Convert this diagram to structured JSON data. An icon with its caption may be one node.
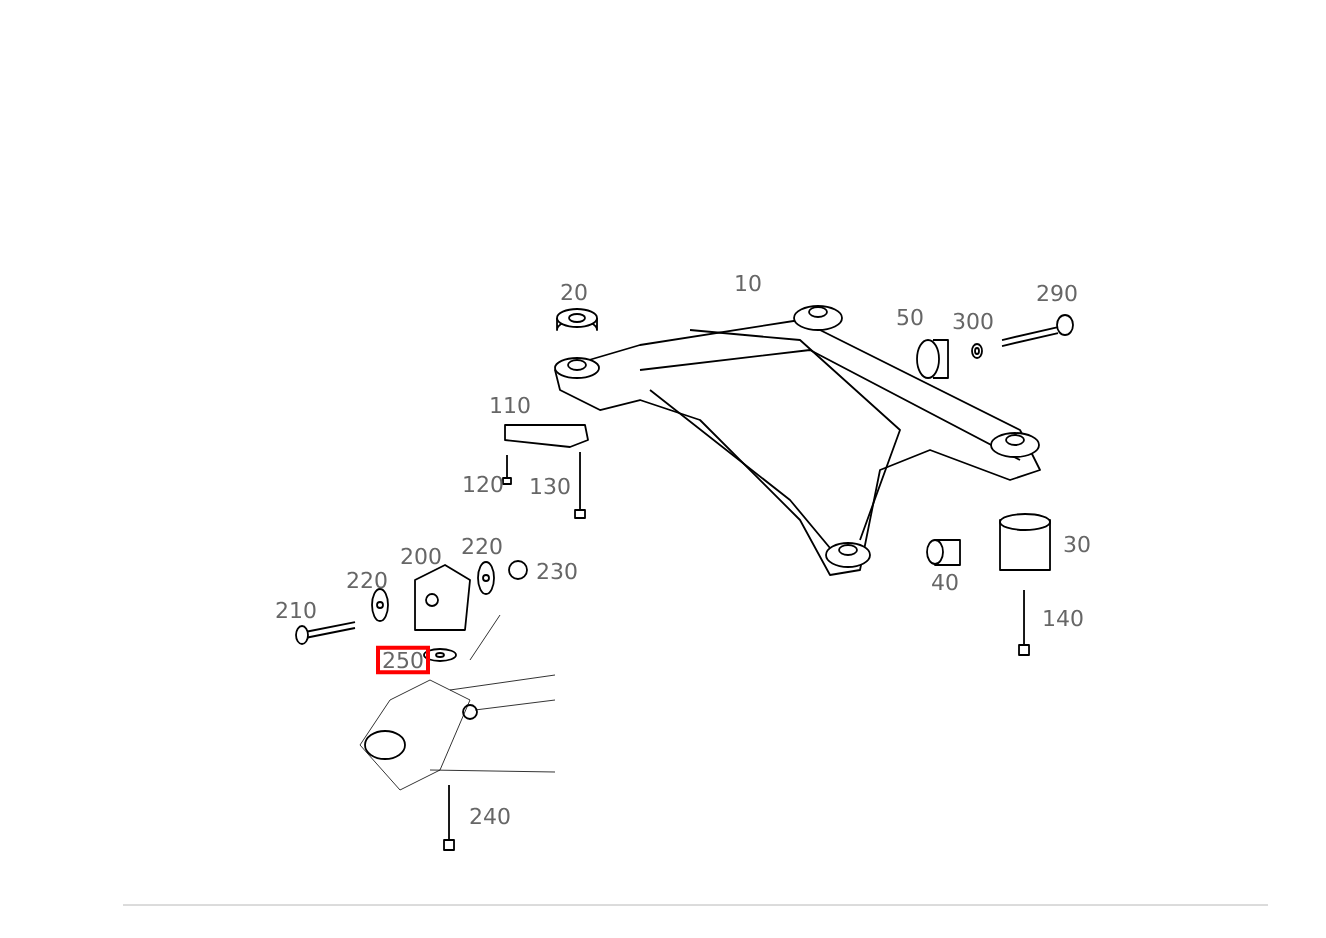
{
  "diagram": {
    "nodes": [
      {
        "text": [
          "250"
        ]
      }
    ],
    "labels": [
      "10",
      "290",
      "20",
      "50",
      "300",
      "110",
      "120",
      "130",
      "200",
      "220",
      "220",
      "230",
      "30",
      "210",
      "140",
      "40",
      "240"
    ]
  }
}
